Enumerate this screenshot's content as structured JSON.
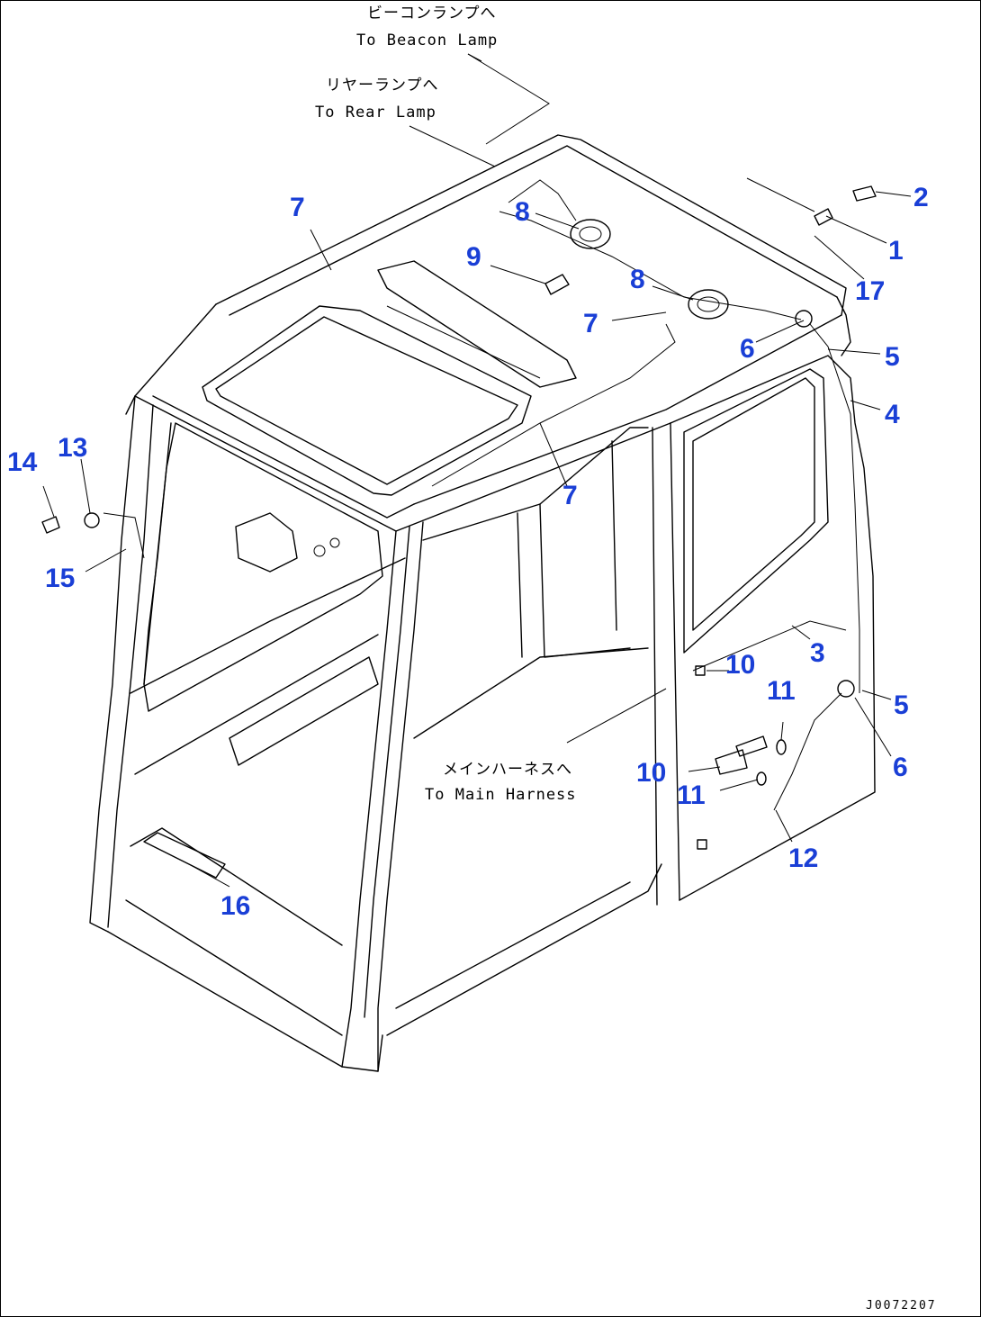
{
  "notes": {
    "beacon_jp": "ビーコンランプへ",
    "beacon_en": "To Beacon Lamp",
    "rear_jp": "リヤーランプへ",
    "rear_en": "To Rear Lamp",
    "main_jp": "メインハーネスへ",
    "main_en": "To Main Harness"
  },
  "callouts": {
    "c1": "1",
    "c2": "2",
    "c3": "3",
    "c4": "4",
    "c5a": "5",
    "c5b": "5",
    "c6a": "6",
    "c6b": "6",
    "c7a": "7",
    "c7b": "7",
    "c7c": "7",
    "c8a": "8",
    "c8b": "8",
    "c9": "9",
    "c10a": "10",
    "c10b": "10",
    "c11a": "11",
    "c11b": "11",
    "c12": "12",
    "c13": "13",
    "c14": "14",
    "c15": "15",
    "c16": "16",
    "c17": "17"
  },
  "drawing_code": "J0072207",
  "colors": {
    "callout": "#1a3fd6",
    "line": "#000000"
  }
}
